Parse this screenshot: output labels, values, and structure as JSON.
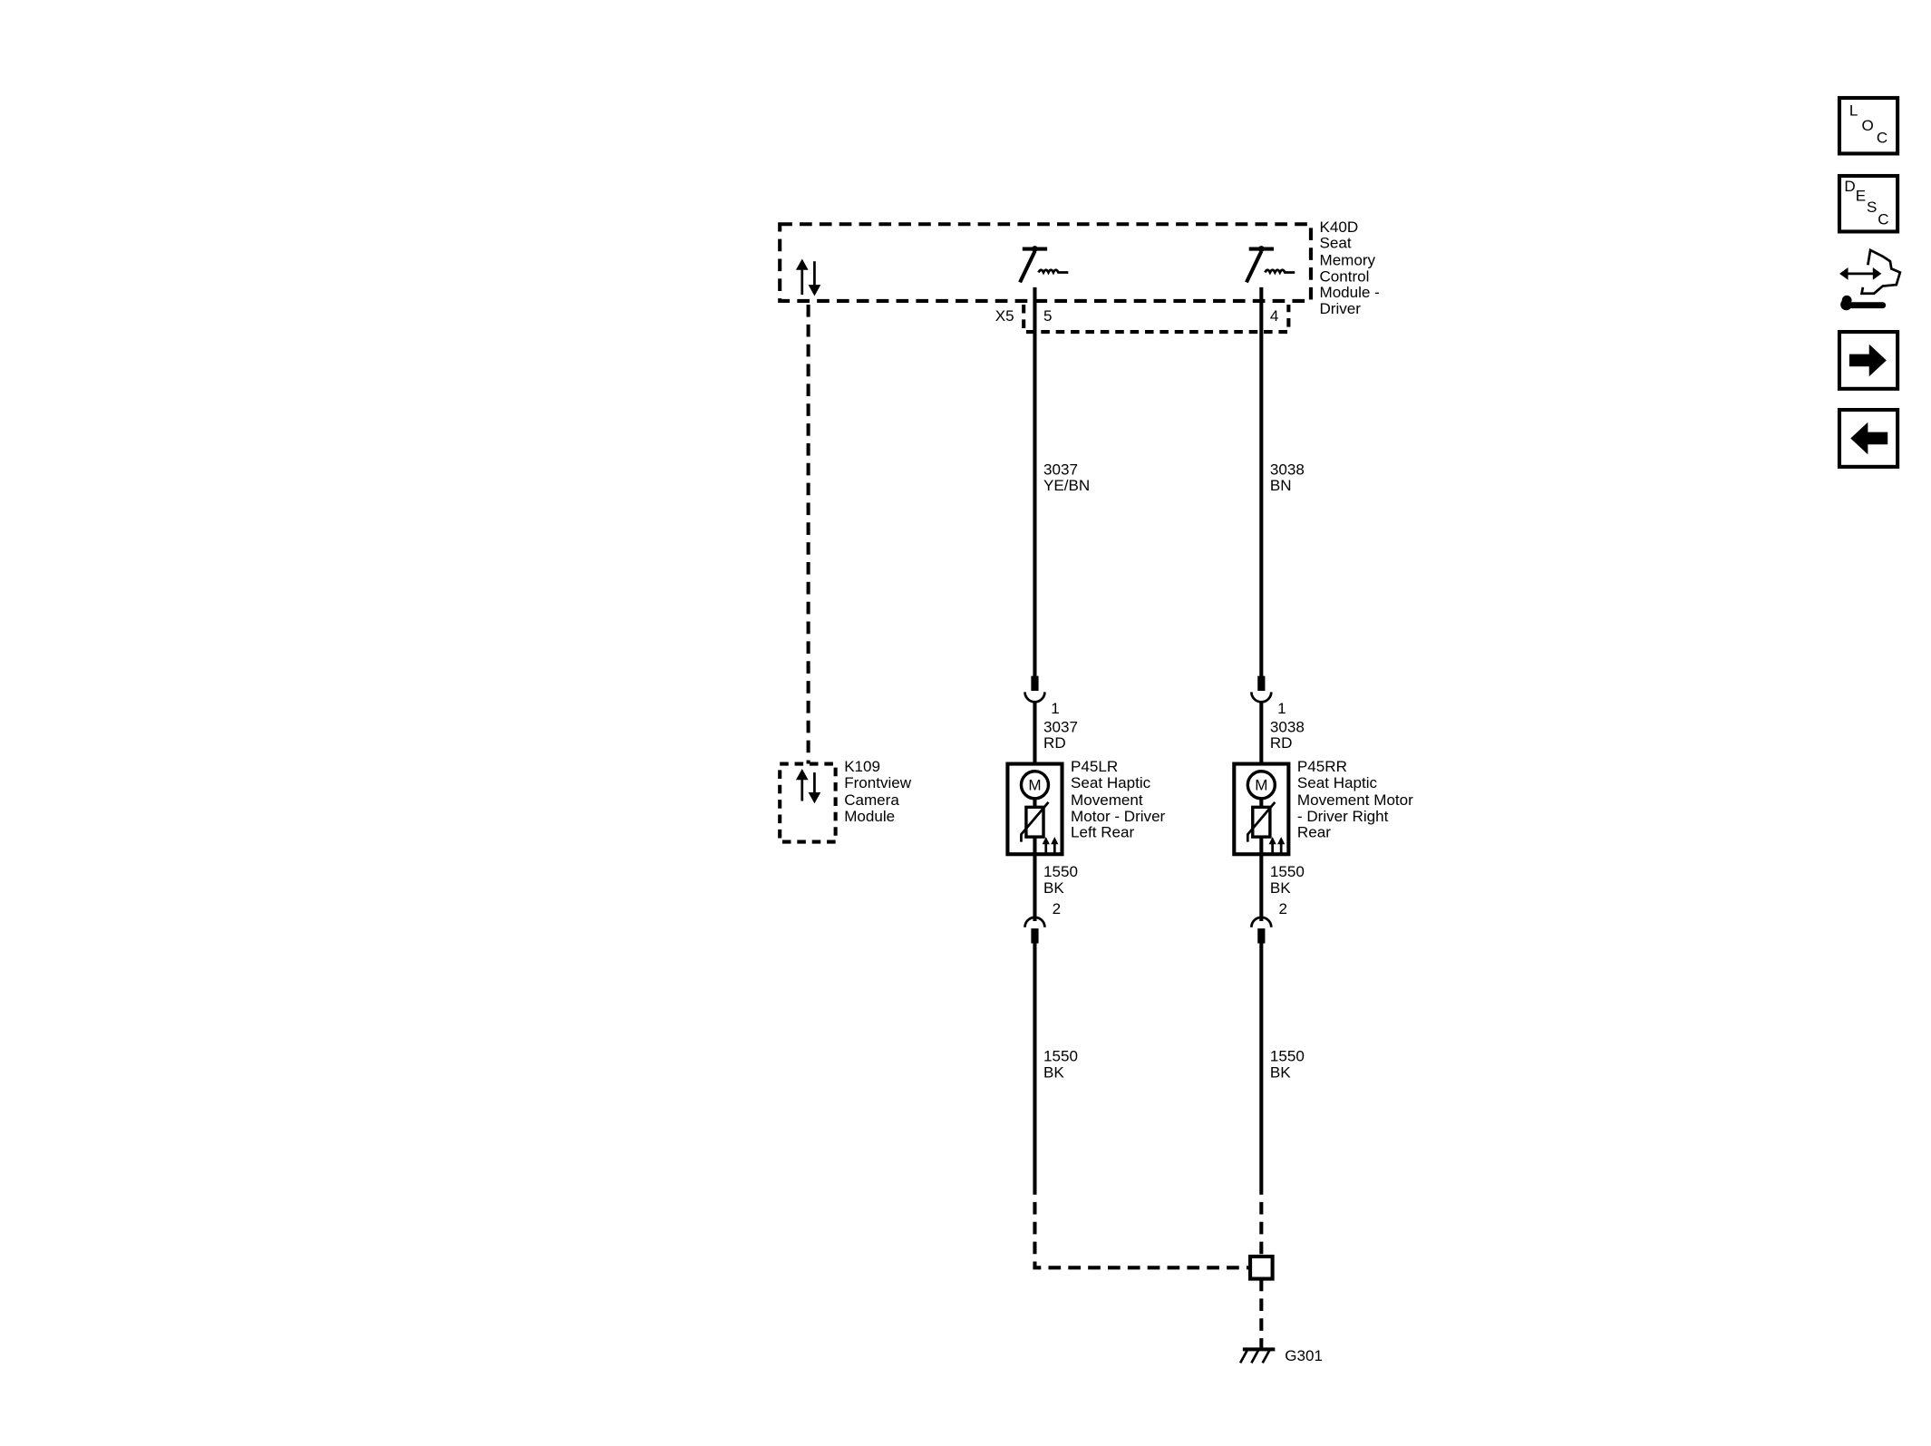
{
  "modules": {
    "k40d": {
      "lines": [
        "K40D",
        "Seat",
        "Memory",
        "Control",
        "Module -",
        "Driver"
      ]
    },
    "k109": {
      "lines": [
        "K109",
        "Frontview",
        "Camera",
        "Module"
      ]
    }
  },
  "connector": {
    "name": "X5",
    "pin_left": "5",
    "pin_right": "4"
  },
  "circuits": {
    "left_upper": [
      "3037",
      "YE/BN"
    ],
    "right_upper": [
      "3038",
      "BN"
    ],
    "left_motor_in": [
      "3037",
      "RD"
    ],
    "right_motor_in": [
      "3038",
      "RD"
    ],
    "left_motor_out": [
      "1550",
      "BK"
    ],
    "right_motor_out": [
      "1550",
      "BK"
    ],
    "left_lower": [
      "1550",
      "BK"
    ],
    "right_lower": [
      "1550",
      "BK"
    ]
  },
  "motor_pins": {
    "in": "1",
    "out": "2"
  },
  "motors": {
    "left": {
      "symbol": "M",
      "lines": [
        "P45LR",
        "Seat Haptic",
        "Movement",
        "Motor - Driver",
        "Left Rear"
      ]
    },
    "right": {
      "symbol": "M",
      "lines": [
        "P45RR",
        "Seat Haptic",
        "Movement Motor",
        "- Driver Right",
        "Rear"
      ]
    }
  },
  "ground": {
    "label": "G301"
  },
  "nav": {
    "loc": [
      "L",
      "O",
      "C"
    ],
    "desc": [
      "D",
      "E",
      "S",
      "C"
    ],
    "icons": [
      "loc-icon",
      "desc-icon",
      "connector-repair-icon",
      "next-arrow-icon",
      "previous-arrow-icon"
    ]
  }
}
